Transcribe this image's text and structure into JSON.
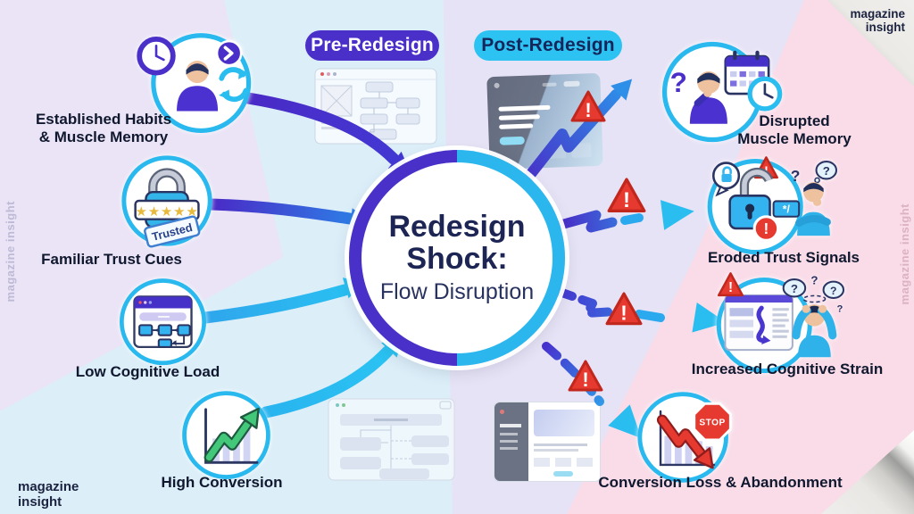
{
  "brand": {
    "logo_line1": "magazine",
    "logo_line2": "insight",
    "watermark_vertical": "magazine insight"
  },
  "badges": {
    "pre_label": "Pre-Redesign",
    "post_label": "Post-Redesign"
  },
  "center": {
    "title_line1": "Redesign",
    "title_line2": "Shock:",
    "subtitle": "Flow Disruption"
  },
  "pre_items": [
    {
      "label": "Established Habits\n& Muscle Memory",
      "icon": "user-clock-refresh-icon"
    },
    {
      "label": "Familiar Trust Cues",
      "icon": "lock-five-stars-icon",
      "stamp": "Trusted",
      "stars": "★★★★★"
    },
    {
      "label": "Low Cognitive Load",
      "icon": "simple-flowchart-window-icon"
    },
    {
      "label": "High Conversion",
      "icon": "rising-green-arrow-chart-icon"
    }
  ],
  "post_items": [
    {
      "label": "Disrupted\nMuscle Memory",
      "icon": "confused-user-calendar-clock-icon"
    },
    {
      "label": "Eroded Trust Signals",
      "icon": "broken-lock-alert-icon",
      "password_text": "*/"
    },
    {
      "label": "Increased Cognitive Strain",
      "icon": "overwhelmed-user-window-icon"
    },
    {
      "label": "Conversion Loss & Abandonment",
      "icon": "falling-red-arrow-stop-icon",
      "stop_text": "STOP"
    }
  ],
  "glyphs": {
    "question_mark": "?",
    "exclamation": "!"
  },
  "colors": {
    "purple": "#4B2FC9",
    "cyan": "#29BDF0",
    "navy_text": "#1D2554",
    "label_text": "#10182F",
    "alert_red": "#E23B34",
    "success_green": "#42C878",
    "bg_blue": "#DCEEF8",
    "bg_lavender": "#E7E3F6",
    "bg_pink": "#F9DCE8"
  }
}
